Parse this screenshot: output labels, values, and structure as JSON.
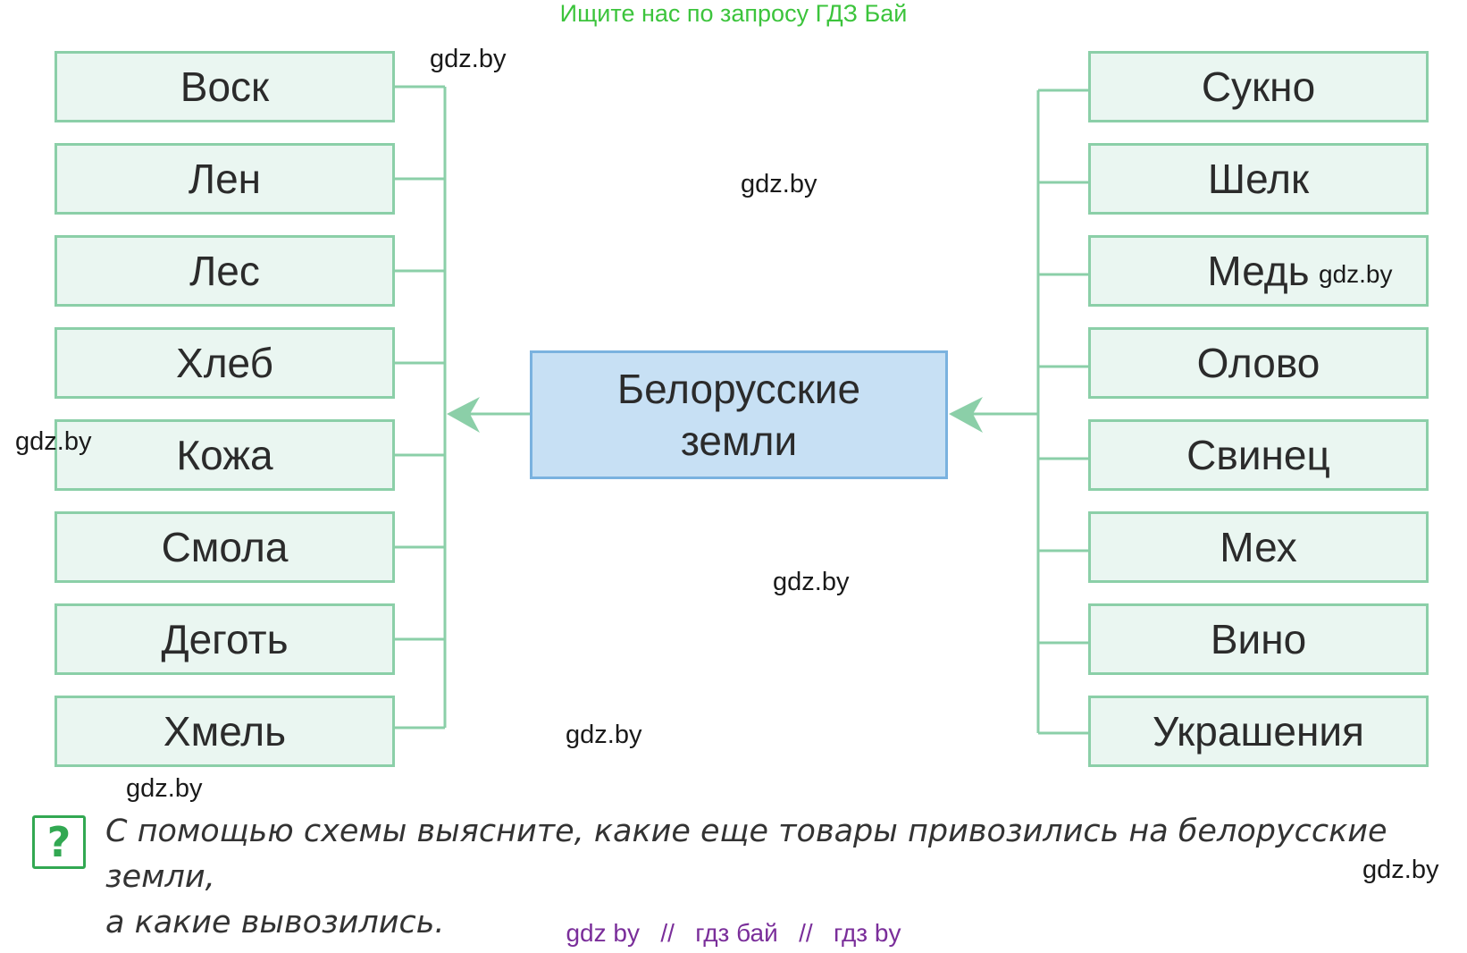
{
  "header": {
    "note": "Ищите нас по запросу ГДЗ Бай"
  },
  "diagram": {
    "center": {
      "line1": "Белорусские",
      "line2": "земли"
    },
    "left_items": [
      "Воск",
      "Лен",
      "Лес",
      "Хлеб",
      "Кожа",
      "Смола",
      "Деготь",
      "Хмель"
    ],
    "right_items": [
      "Сукно",
      "Шелк",
      "Медь",
      "Олово",
      "Свинец",
      "Мех",
      "Вино",
      "Украшения"
    ],
    "colors": {
      "box_fill": "#eaf6f1",
      "box_border": "#8bcfa8",
      "center_fill": "#c7e0f4",
      "center_border": "#7ab2df",
      "connector": "#8bcfa8"
    }
  },
  "watermarks": [
    "gdz.by",
    "gdz.by",
    "gdz.by",
    "gdz.by",
    "gdz.by",
    "gdz.by",
    "gdz.by",
    "gdz.by"
  ],
  "question": {
    "icon": "question-icon",
    "icon_glyph": "?",
    "line1": "С помощью схемы выясните, какие еще товары привозились на белорусские земли,",
    "line2": "а какие вывозились."
  },
  "footer": {
    "part1": "gdz by",
    "sep1": "//",
    "part2": "гдз бай",
    "sep2": "//",
    "part3": "гдз by"
  }
}
